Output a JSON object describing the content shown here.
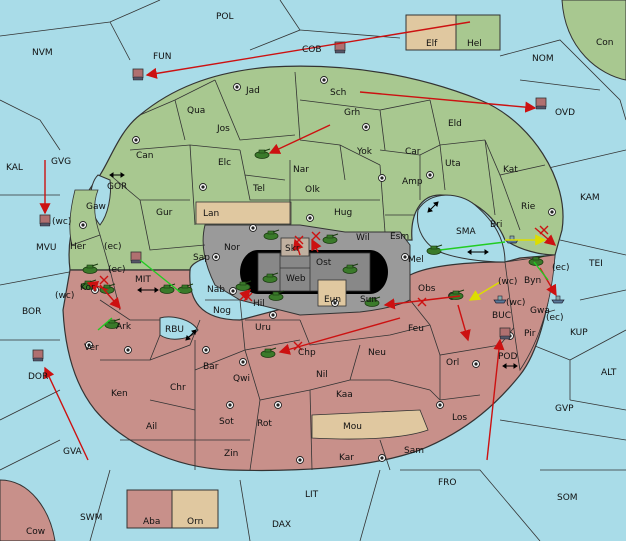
{
  "colors": {
    "sea": "#a9dce8",
    "green": "#a8c890",
    "red": "#c8908a",
    "tan": "#e0c8a0",
    "gray": "#9a9a9a",
    "dark_gray": "#7a7a7a",
    "black": "#000000",
    "border": "#333333",
    "arrow_red": "#cc1111",
    "arrow_green": "#22cc22",
    "arrow_yellow": "#eeee22",
    "unit": "#3a6a2a"
  },
  "sea_labels": [
    {
      "id": "pol",
      "text": "POL"
    },
    {
      "id": "nvm",
      "text": "NVM"
    },
    {
      "id": "fun",
      "text": "FUN"
    },
    {
      "id": "cob",
      "text": "COB"
    },
    {
      "id": "nom",
      "text": "NOM"
    },
    {
      "id": "con",
      "text": "Con"
    },
    {
      "id": "ovd",
      "text": "OVD"
    },
    {
      "id": "kal",
      "text": "KAL"
    },
    {
      "id": "gvg",
      "text": "GVG"
    },
    {
      "id": "gor",
      "text": "GOR"
    },
    {
      "id": "mvu",
      "text": "MVU"
    },
    {
      "id": "mvu-wc",
      "text": "(wc)"
    },
    {
      "id": "her-ec",
      "text": "(ec)"
    },
    {
      "id": "kor-ec",
      "text": "(ec)"
    },
    {
      "id": "kor-wc",
      "text": "(wc)"
    },
    {
      "id": "mit",
      "text": "MIT"
    },
    {
      "id": "bor",
      "text": "BOR"
    },
    {
      "id": "rbu",
      "text": "RBU"
    },
    {
      "id": "dor",
      "text": "DOR"
    },
    {
      "id": "gva",
      "text": "GVA"
    },
    {
      "id": "swm",
      "text": "SWM"
    },
    {
      "id": "lit",
      "text": "LIT"
    },
    {
      "id": "dax",
      "text": "DAX"
    },
    {
      "id": "fro",
      "text": "FRO"
    },
    {
      "id": "som",
      "text": "SOM"
    },
    {
      "id": "gvp",
      "text": "GVP"
    },
    {
      "id": "alt",
      "text": "ALT"
    },
    {
      "id": "kup",
      "text": "KUP"
    },
    {
      "id": "tei",
      "text": "TEI"
    },
    {
      "id": "kam",
      "text": "KAM"
    },
    {
      "id": "sma",
      "text": "SMA"
    },
    {
      "id": "buc",
      "text": "BUC"
    },
    {
      "id": "buc-wc",
      "text": "(wc)"
    },
    {
      "id": "byn-ec",
      "text": "(ec)"
    },
    {
      "id": "gwa-ec",
      "text": "(ec)"
    },
    {
      "id": "byn-wc",
      "text": "(wc)"
    },
    {
      "id": "pod",
      "text": "POD"
    }
  ],
  "land_labels": [
    {
      "id": "elf",
      "text": "Elf"
    },
    {
      "id": "hel",
      "text": "Hel"
    },
    {
      "id": "jad",
      "text": "Jad"
    },
    {
      "id": "sch",
      "text": "Sch"
    },
    {
      "id": "qua",
      "text": "Qua"
    },
    {
      "id": "jos",
      "text": "Jos"
    },
    {
      "id": "grh",
      "text": "Grh"
    },
    {
      "id": "eld",
      "text": "Eld"
    },
    {
      "id": "can",
      "text": "Can"
    },
    {
      "id": "elc",
      "text": "Elc"
    },
    {
      "id": "nar",
      "text": "Nar"
    },
    {
      "id": "yok",
      "text": "Yok"
    },
    {
      "id": "car",
      "text": "Car"
    },
    {
      "id": "uta",
      "text": "Uta"
    },
    {
      "id": "kat",
      "text": "Kat"
    },
    {
      "id": "tel",
      "text": "Tel"
    },
    {
      "id": "olk",
      "text": "Olk"
    },
    {
      "id": "amp",
      "text": "Amp"
    },
    {
      "id": "gaw",
      "text": "Gaw"
    },
    {
      "id": "gur",
      "text": "Gur"
    },
    {
      "id": "lan",
      "text": "Lan"
    },
    {
      "id": "hug",
      "text": "Hug"
    },
    {
      "id": "rie",
      "text": "Rie"
    },
    {
      "id": "bri",
      "text": "Bri"
    },
    {
      "id": "her",
      "text": "Her"
    },
    {
      "id": "nor",
      "text": "Nor"
    },
    {
      "id": "skr",
      "text": "Skr"
    },
    {
      "id": "wil",
      "text": "Wil"
    },
    {
      "id": "esm",
      "text": "Esm"
    },
    {
      "id": "sap",
      "text": "Sap"
    },
    {
      "id": "mel",
      "text": "Mel"
    },
    {
      "id": "ost",
      "text": "Ost"
    },
    {
      "id": "web",
      "text": "Web"
    },
    {
      "id": "kor",
      "text": "Kor"
    },
    {
      "id": "nab",
      "text": "Nab"
    },
    {
      "id": "eun",
      "text": "Eun"
    },
    {
      "id": "sun",
      "text": "Sun"
    },
    {
      "id": "obs",
      "text": "Obs"
    },
    {
      "id": "byn",
      "text": "Byn"
    },
    {
      "id": "hil",
      "text": "Hil"
    },
    {
      "id": "nog",
      "text": "Nog"
    },
    {
      "id": "gwa",
      "text": "Gwa"
    },
    {
      "id": "ark",
      "text": "Ark"
    },
    {
      "id": "uru",
      "text": "Uru"
    },
    {
      "id": "feu",
      "text": "Feu"
    },
    {
      "id": "pir",
      "text": "Pir"
    },
    {
      "id": "ver",
      "text": "Ver"
    },
    {
      "id": "chp",
      "text": "Chp"
    },
    {
      "id": "neu",
      "text": "Neu"
    },
    {
      "id": "orl",
      "text": "Orl"
    },
    {
      "id": "bar",
      "text": "Bar"
    },
    {
      "id": "qwi",
      "text": "Qwi"
    },
    {
      "id": "nil",
      "text": "Nil"
    },
    {
      "id": "ken",
      "text": "Ken"
    },
    {
      "id": "chr",
      "text": "Chr"
    },
    {
      "id": "kaa",
      "text": "Kaa"
    },
    {
      "id": "ail",
      "text": "Ail"
    },
    {
      "id": "sot",
      "text": "Sot"
    },
    {
      "id": "rot",
      "text": "Rot"
    },
    {
      "id": "mou",
      "text": "Mou"
    },
    {
      "id": "los",
      "text": "Los"
    },
    {
      "id": "zin",
      "text": "Zin"
    },
    {
      "id": "kar",
      "text": "Kar"
    },
    {
      "id": "sam",
      "text": "Sam"
    },
    {
      "id": "aba",
      "text": "Aba"
    },
    {
      "id": "orn",
      "text": "Orn"
    },
    {
      "id": "cow",
      "text": "Cow"
    }
  ]
}
